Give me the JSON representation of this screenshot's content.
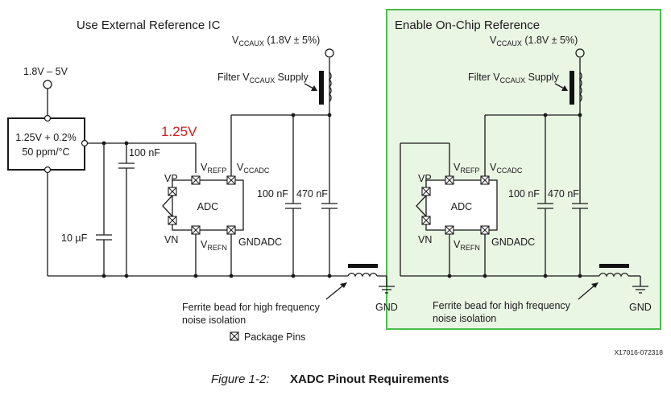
{
  "left": {
    "title": "Use External Reference IC",
    "supply_in": "1.8V – 5V",
    "ref_ic_line1": "1.25V + 0.2%",
    "ref_ic_line2": "50 ppm/°C",
    "vref_annotation": "1.25V",
    "cap_100nf_ref": "100 nF",
    "cap_10uf": "10 µF",
    "cap_100nf": "100 nF",
    "cap_470nf": "470 nF",
    "vccaux_main": "V",
    "vccaux_sub": "CCAUX",
    "vccaux_val": " (1.8V ± 5%)",
    "filter_pre": "Filter V",
    "filter_sub": "CCAUX",
    "filter_post": " Supply",
    "pin_vp": "VP",
    "pin_vn": "VN",
    "adc_label": "ADC",
    "vrefp_main": "V",
    "vrefp_sub": "REFP",
    "vccadc_main": "V",
    "vccadc_sub": "CCADC",
    "vrefn_main": "V",
    "vrefn_sub": "REFN",
    "gndadc": "GNDADC",
    "ferrite_line1": "Ferrite bead for high frequency",
    "ferrite_line2": "noise isolation",
    "gnd": "GND",
    "package_pins": "Package Pins"
  },
  "right": {
    "title": "Enable On-Chip Reference",
    "vccaux_main": "V",
    "vccaux_sub": "CCAUX",
    "vccaux_val": " (1.8V ± 5%)",
    "filter_pre": "Filter V",
    "filter_sub": "CCAUX",
    "filter_post": " Supply",
    "pin_vp": "VP",
    "pin_vn": "VN",
    "adc_label": "ADC",
    "vrefp_main": "V",
    "vrefp_sub": "REFP",
    "vccadc_main": "V",
    "vccadc_sub": "CCADC",
    "vrefn_main": "V",
    "vrefn_sub": "REFN",
    "gndadc": "GNDADC",
    "cap_100nf": "100 nF",
    "cap_470nf": "470 nF",
    "ferrite_line1": "Ferrite bead for high frequency",
    "ferrite_line2": "noise isolation",
    "gnd": "GND"
  },
  "figure_id": "X17016-072318",
  "caption_prefix": "Figure 1-2:",
  "caption_title": "XADC Pinout Requirements",
  "colors": {
    "highlight_border": "#4cbd4c",
    "highlight_fill": "#e9f6e4",
    "annotation": "#d42020"
  }
}
